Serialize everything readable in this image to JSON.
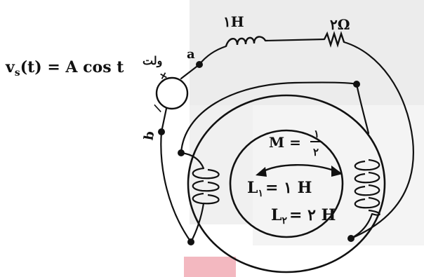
{
  "source_label": {
    "main": "v",
    "sub": "s",
    "rest": "(t) = A cos t"
  },
  "unit_label": "ولت",
  "polarity": {
    "plus": "+",
    "minus": "/"
  },
  "nodes": {
    "a": "a",
    "b": "b"
  },
  "inductor_label": "۱H",
  "resistor_label": "۲Ω",
  "mutual": {
    "left": "M =",
    "num": "۱",
    "den": "۲"
  },
  "coil1": {
    "left": "L",
    "sub": "۱",
    "right": "= ۱ H"
  },
  "coil2": {
    "left": "L",
    "sub": "۲",
    "right": "= ۲ H"
  }
}
